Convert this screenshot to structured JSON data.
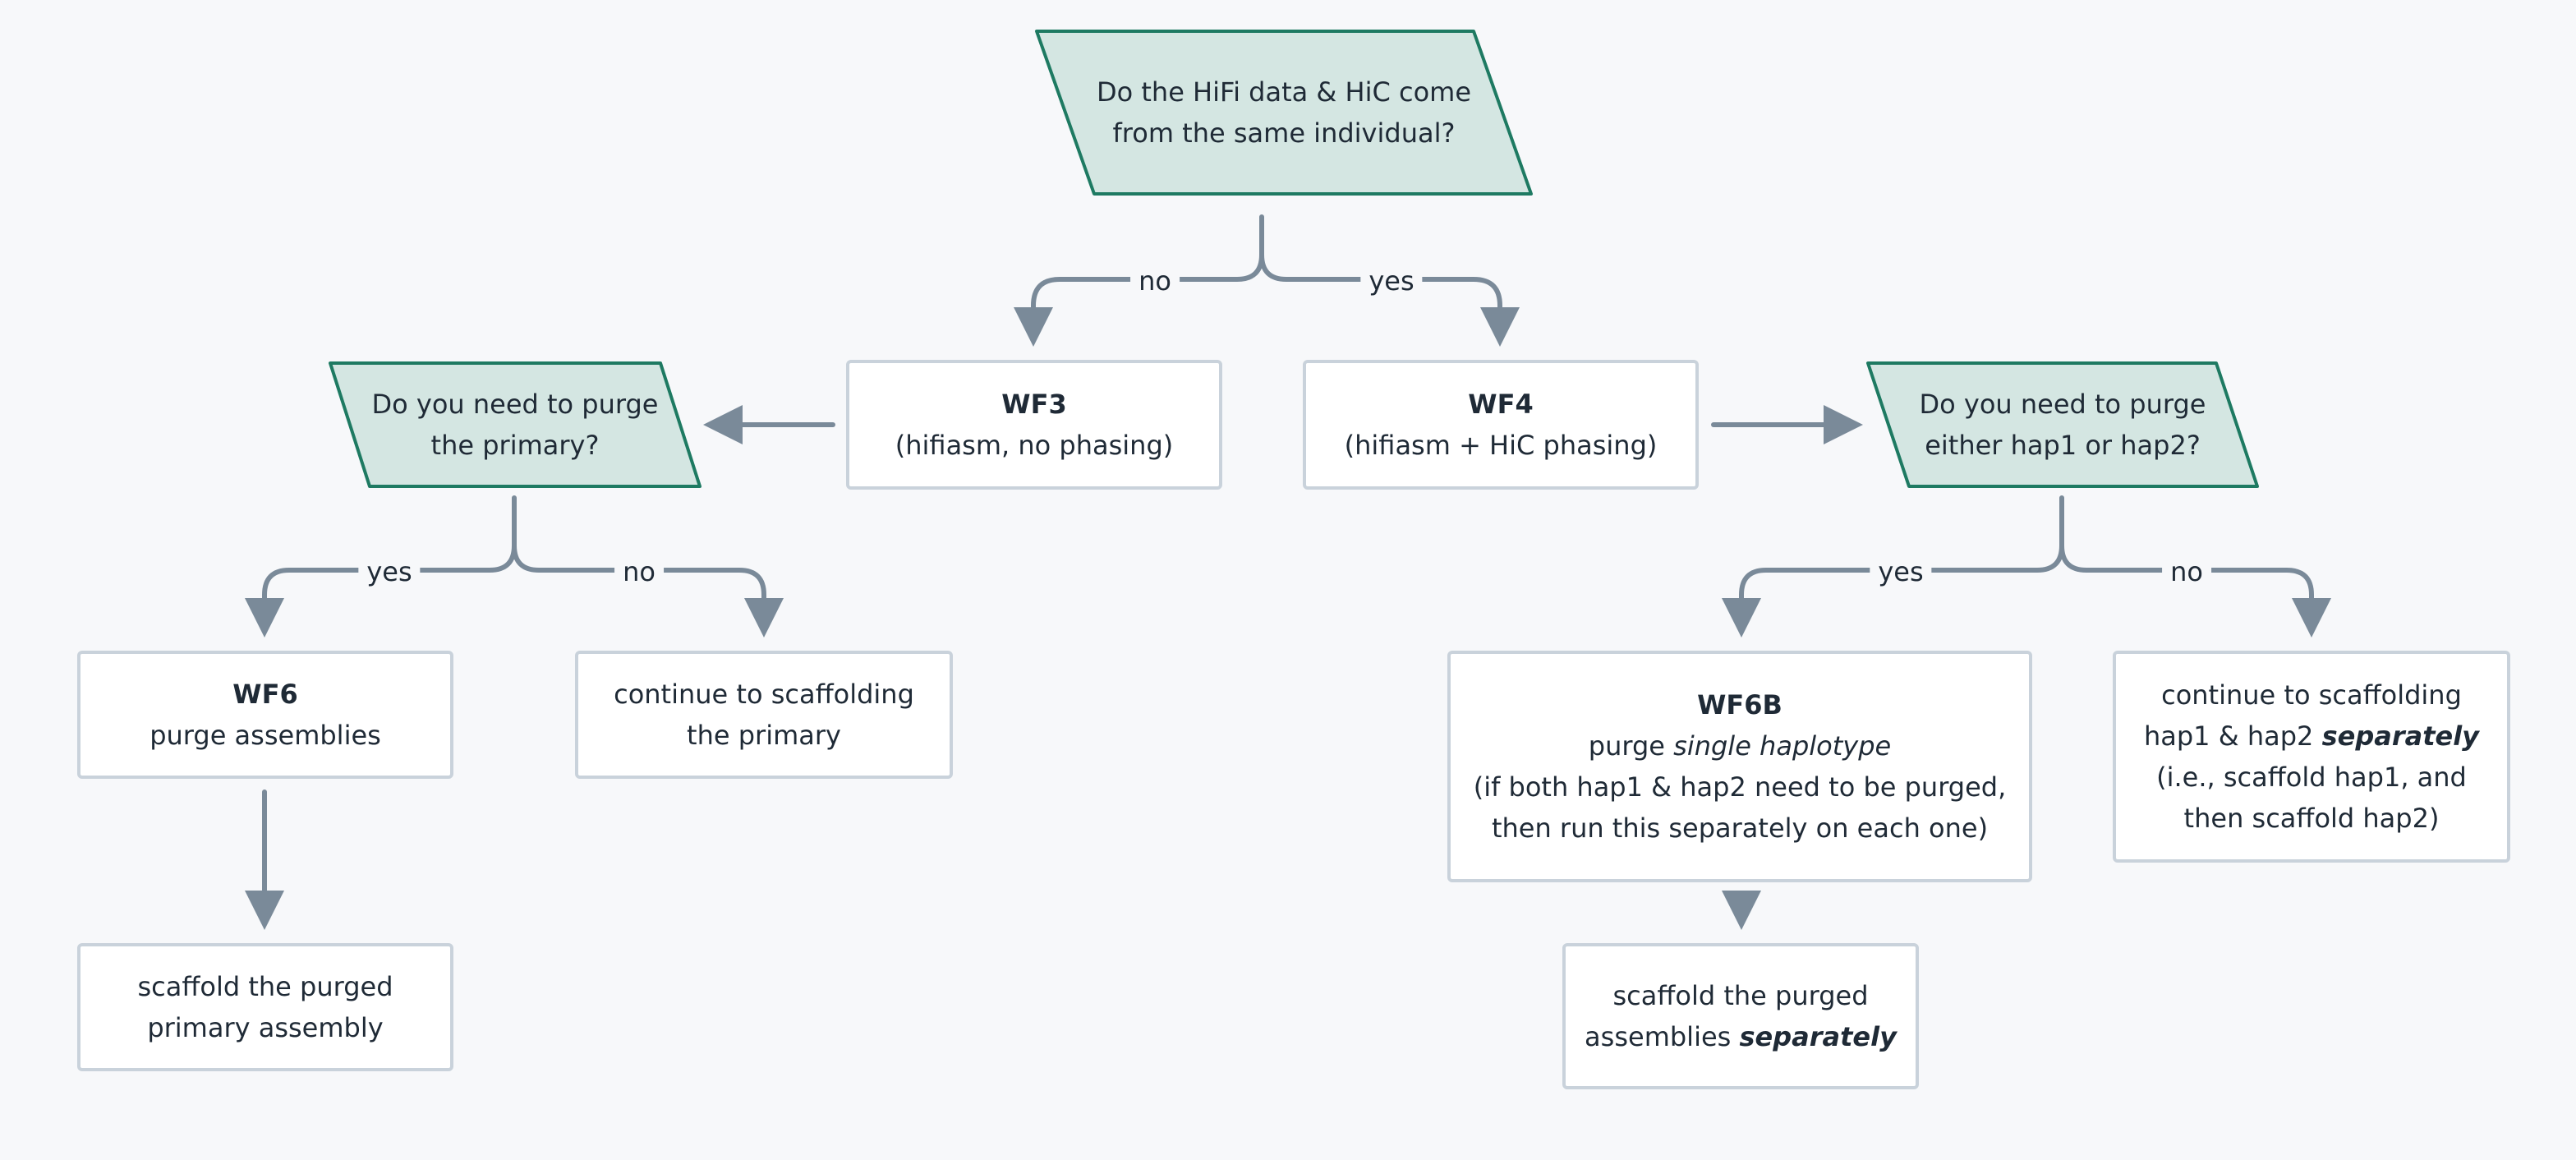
{
  "colors": {
    "decision_fill": "#d4e6e2",
    "decision_stroke": "#1e7a62",
    "box_stroke": "#c9d2db",
    "arrow": "#7a8a99"
  },
  "nodes": {
    "q_same_individual": {
      "lines": [
        "Do the HiFi data & HiC come",
        "from the same individual?"
      ]
    },
    "wf3": {
      "title": "WF3",
      "line": "(hifiasm, no phasing)"
    },
    "wf4": {
      "title": "WF4",
      "line": "(hifiasm + HiC phasing)"
    },
    "q_purge_primary": {
      "lines": [
        "Do you need to purge",
        "the primary?"
      ]
    },
    "q_purge_hap": {
      "lines": [
        "Do you need to purge",
        "either hap1 or hap2?"
      ]
    },
    "wf6": {
      "title": "WF6",
      "line": "purge assemblies"
    },
    "continue_primary": {
      "lines": [
        "continue to scaffolding",
        "the primary"
      ]
    },
    "scaffold_primary": {
      "lines": [
        "scaffold the purged",
        "primary assembly"
      ]
    },
    "wf6b": {
      "title": "WF6B",
      "line1_prefix": "purge ",
      "line1_em": "single haplotype",
      "line2": "(if both hap1 & hap2 need to be purged,",
      "line3": "then run this separately on each one)"
    },
    "continue_haps": {
      "line1": "continue to scaffolding",
      "line2_prefix": "hap1 & hap2 ",
      "line2_em": "separately",
      "line3": "(i.e., scaffold hap1, and",
      "line4": "then scaffold hap2)"
    },
    "scaffold_haps": {
      "line1": "scaffold the purged",
      "line2_prefix": "assemblies ",
      "line2_em": "separately"
    }
  },
  "edge_labels": {
    "top_no": "no",
    "top_yes": "yes",
    "left_yes": "yes",
    "left_no": "no",
    "right_yes": "yes",
    "right_no": "no"
  }
}
